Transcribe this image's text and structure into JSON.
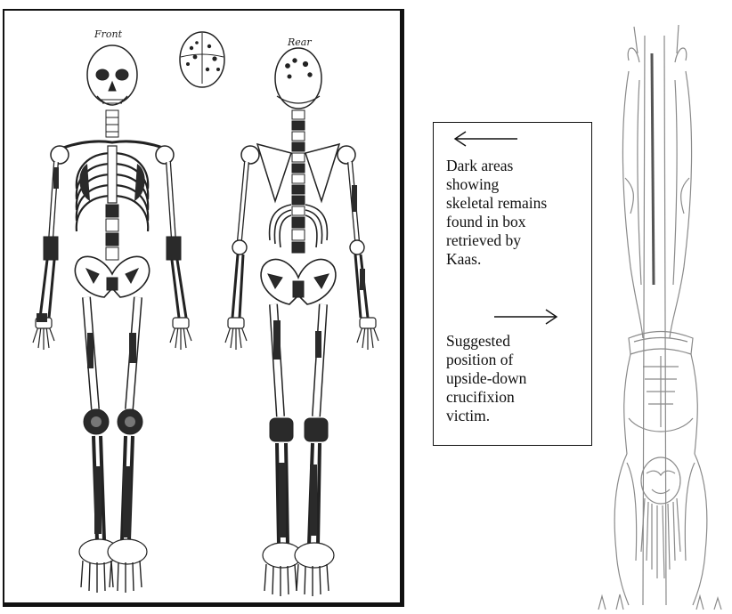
{
  "figure": {
    "skeleton_labels": {
      "front": "Front",
      "rear": "Rear"
    }
  },
  "legend": {
    "dark_areas_text": "Dark areas\nshowing\nskeletal remains\nfound in box\nretrieved by\nKaas.",
    "victim_text": "Suggested\nposition of\nupside-down\ncrucifixion\nvictim."
  },
  "colors": {
    "ink": "#111111",
    "bone_fill": "#ffffff",
    "dark_remains": "#2a2a2a",
    "sketch_line": "#8a8a8a"
  }
}
